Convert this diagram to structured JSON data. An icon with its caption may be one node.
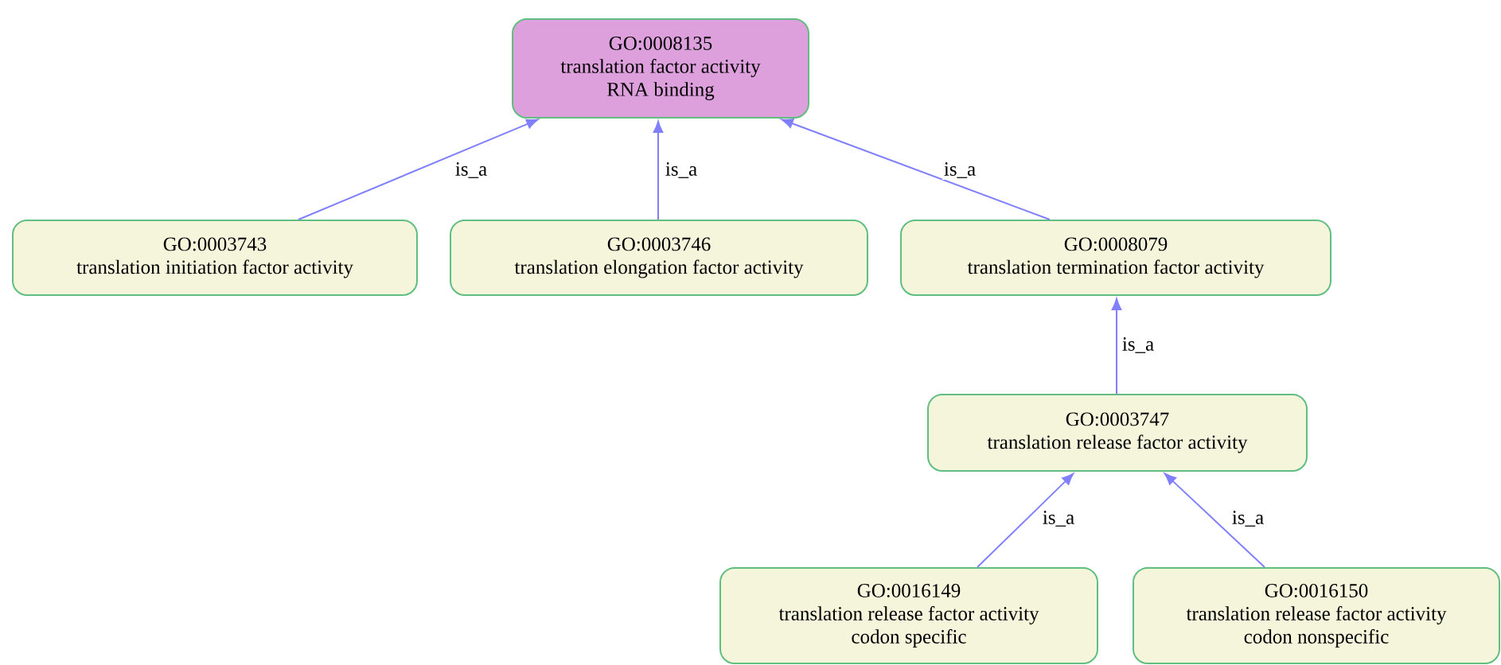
{
  "diagram": {
    "nodes": [
      {
        "text": [
          "GO:0008135",
          "translation factor activity",
          "RNA binding"
        ]
      },
      {
        "text": [
          "GO:0003743",
          "translation initiation factor activity"
        ]
      },
      {
        "text": [
          "GO:0003746",
          "translation elongation factor activity"
        ]
      },
      {
        "text": [
          "GO:0008079",
          "translation termination factor activity"
        ]
      },
      {
        "text": [
          "GO:0003747",
          "translation release factor activity"
        ]
      },
      {
        "text": [
          "GO:0016149",
          "translation release factor activity",
          "codon specific"
        ]
      },
      {
        "text": [
          "GO:0016150",
          "translation release factor activity",
          "codon nonspecific"
        ]
      }
    ],
    "edges": [
      {
        "from": 1,
        "to": 0,
        "arrow": "to",
        "label": "is_a"
      },
      {
        "from": 2,
        "to": 0,
        "arrow": "to",
        "label": "is_a"
      },
      {
        "from": 3,
        "to": 0,
        "arrow": "to",
        "label": "is_a"
      },
      {
        "from": 4,
        "to": 3,
        "arrow": "to",
        "label": "is_a"
      },
      {
        "from": 5,
        "to": 4,
        "arrow": "to",
        "label": "is_a"
      },
      {
        "from": 6,
        "to": 4,
        "arrow": "to",
        "label": "is_a"
      }
    ]
  }
}
